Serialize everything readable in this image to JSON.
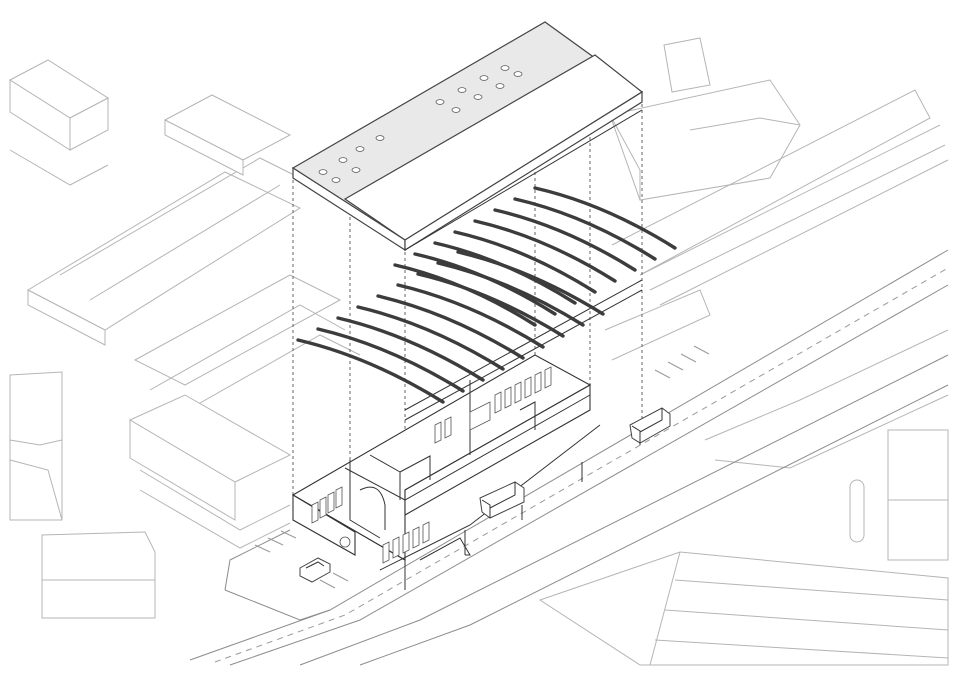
{
  "drawing": {
    "style": "isometric exploded axonometric line drawing",
    "colors": {
      "ink": "#333333",
      "context": "#b5b5b5",
      "roof_fill": "#e9e9e9",
      "beam": "#3c3c3c",
      "background": "#ffffff"
    },
    "layers": [
      "roof",
      "roof-beams",
      "ground-floor-plan"
    ],
    "beam_count": 17,
    "skylight_count": 14,
    "vehicles": [
      "delivery-truck",
      "delivery-truck",
      "car"
    ]
  }
}
